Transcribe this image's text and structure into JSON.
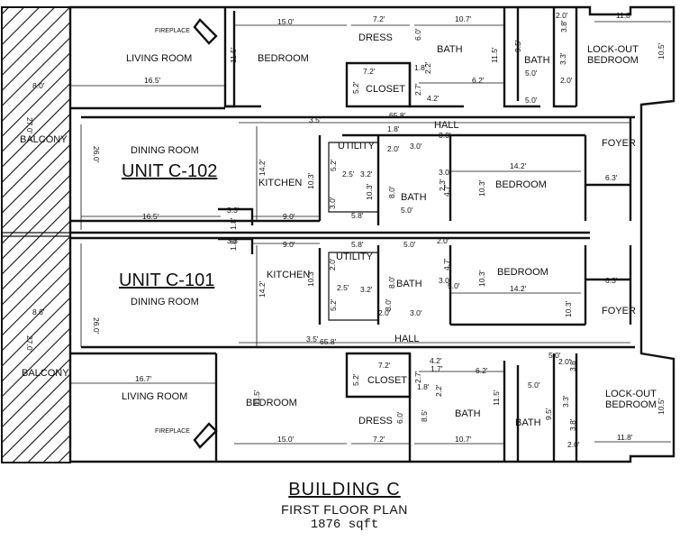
{
  "units": [
    {
      "name": "UNIT C-102",
      "rooms": {
        "living": "LIVING ROOM",
        "fireplace": "FIREPLACE",
        "bedroom": "BEDROOM",
        "dress": "DRESS",
        "closet": "CLOSET",
        "bath": "BATH",
        "lockout_bath": "BATH",
        "lockout_bedroom": "LOCK-OUT\nBEDROOM",
        "hall": "HALL",
        "dining": "DINING ROOM",
        "kitchen": "KITCHEN",
        "utility": "UTILITY",
        "bath2": "BATH",
        "bedroom2": "BEDROOM",
        "foyer": "FOYER",
        "balcony": "BALCONY"
      },
      "dims": [
        "15.0'",
        "7.2'",
        "10.7'",
        "2.0'",
        "11.8'",
        "6.0'",
        "3.8'",
        "10.5'",
        "11.5'",
        "9.5'",
        "11.5'",
        "3.3'",
        "5.0'",
        "7.2'",
        "1.8'",
        "2.2'",
        "6.2'",
        "2.0'",
        "5.2'",
        "2.7'",
        "4.2'",
        "5.0'",
        "16.5'",
        "8.0'",
        "27.0'",
        "65.8'",
        "1.8'",
        "3.0'",
        "26.0'",
        "3.5'",
        "2.0'",
        "3.0'",
        "14.2'",
        "10.3'",
        "5.2'",
        "2.5'",
        "3.2'",
        "10.3'",
        "3.0'",
        "14.2'",
        "10.3'",
        "6.3'",
        "8.0'",
        "2.3'",
        "4.7'",
        "3.0'",
        "5.0'",
        "5.8'",
        "3.3'",
        "16.5'",
        "9.0'",
        "1.8'"
      ]
    },
    {
      "name": "UNIT C-101",
      "rooms": {
        "living": "LIVING ROOM",
        "fireplace": "FIREPLACE",
        "bedroom": "BEDROOM",
        "dress": "DRESS",
        "closet": "CLOSET",
        "bath": "BATH",
        "lockout_bath": "BATH",
        "lockout_bedroom": "LOCK-OUT\nBEDROOM",
        "hall": "HALL",
        "dining": "DINING ROOM",
        "kitchen": "KITCHEN",
        "utility": "UTILITY",
        "bath2": "BATH",
        "bedroom2": "BEDROOM",
        "foyer": "FOYER",
        "balcony": "BALCONY"
      },
      "dims": [
        "9.0'",
        "5.8'",
        "5.0'",
        "2.0'",
        "1.8'",
        "3.3'",
        "10.3'",
        "4.7'",
        "2.0'",
        "10.3'",
        "6.3'",
        "14.2'",
        "2.5'",
        "8.0'",
        "3.0'",
        "5.2'",
        "3.2'",
        "5.0'",
        "14.2'",
        "8.6'",
        "2.0'",
        "8.0'",
        "3.0'",
        "26.0'",
        "3.5'",
        "65.8'",
        "10.3'",
        "27.0'",
        "5.0'",
        "7.2'",
        "4.2'",
        "1.7'",
        "2.0'",
        "6.2'",
        "3.8'",
        "16.7'",
        "5.2'",
        "2.7'",
        "5.0'",
        "11.5'",
        "1.8'",
        "2.2'",
        "3.3'",
        "11.5'",
        "8.5'",
        "9.5'",
        "10.5'",
        "6.0'",
        "3.8'",
        "15.0'",
        "7.2'",
        "10.7'",
        "11.8'",
        "2.0'"
      ]
    }
  ],
  "caption": {
    "title": "BUILDING C",
    "subtitle": "FIRST FLOOR PLAN",
    "area": "1876 sqft"
  }
}
